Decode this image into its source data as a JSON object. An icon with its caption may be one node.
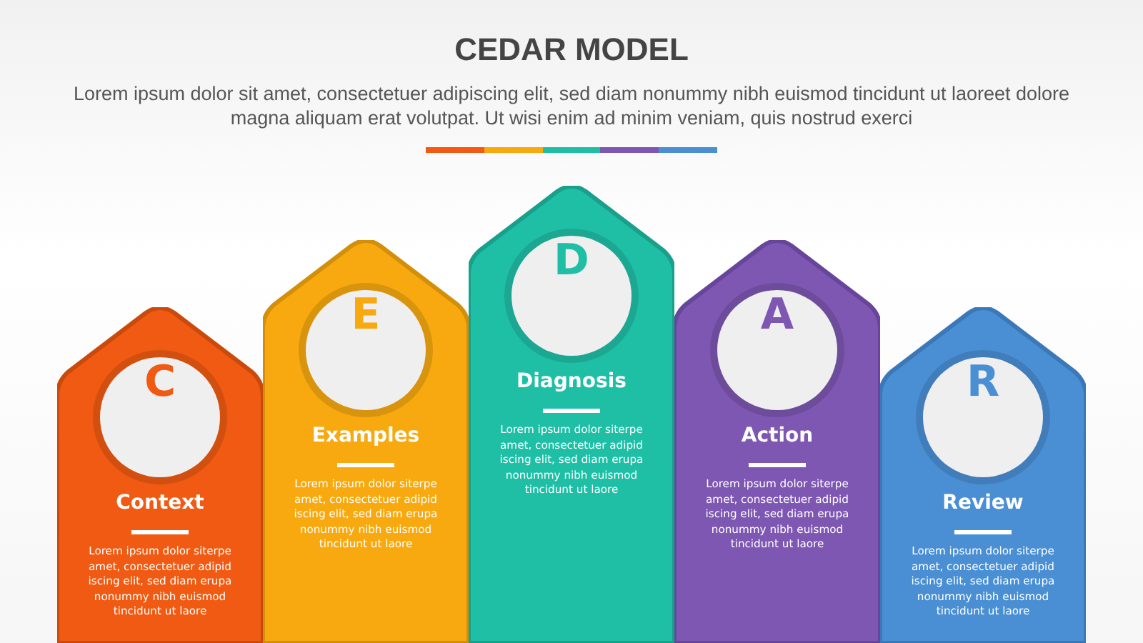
{
  "diagram": {
    "title": "CEDAR MODEL",
    "nodes": [
      {
        "text": [
          "C",
          "Context",
          "Lorem ipsum dolor siterpe amet, consectetuer adipid iscing elit, sed diam erupa nonummy nibh euismod tincidunt ut laore"
        ]
      },
      {
        "text": [
          "E",
          "Examples",
          "Lorem ipsum dolor siterpe amet, consectetuer adipid iscing elit, sed diam erupa nonummy nibh euismod tincidunt ut laore"
        ]
      },
      {
        "text": [
          "D",
          "Diagnosis",
          "Lorem ipsum dolor siterpe amet, consectetuer adipid iscing elit, sed diam erupa nonummy nibh euismod tincidunt ut laore"
        ]
      },
      {
        "text": [
          "A",
          "Action",
          "Lorem ipsum dolor siterpe amet, consectetuer adipid iscing elit, sed diam erupa nonummy nibh euismod tincidunt ut laore"
        ]
      },
      {
        "text": [
          "R",
          "Review",
          "Lorem ipsum dolor siterpe amet, consectetuer adipid iscing elit, sed diam erupa nonummy nibh euismod tincidunt ut laore"
        ]
      }
    ],
    "labels": [
      "Lorem ipsum dolor sit amet, consectetuer adipiscing elit, sed diam nonummy nibh euismod tincidunt ut laoreet dolore magna aliquam erat volutpat. Ut wisi enim ad minim veniam, quis nostrud exerci"
    ]
  }
}
